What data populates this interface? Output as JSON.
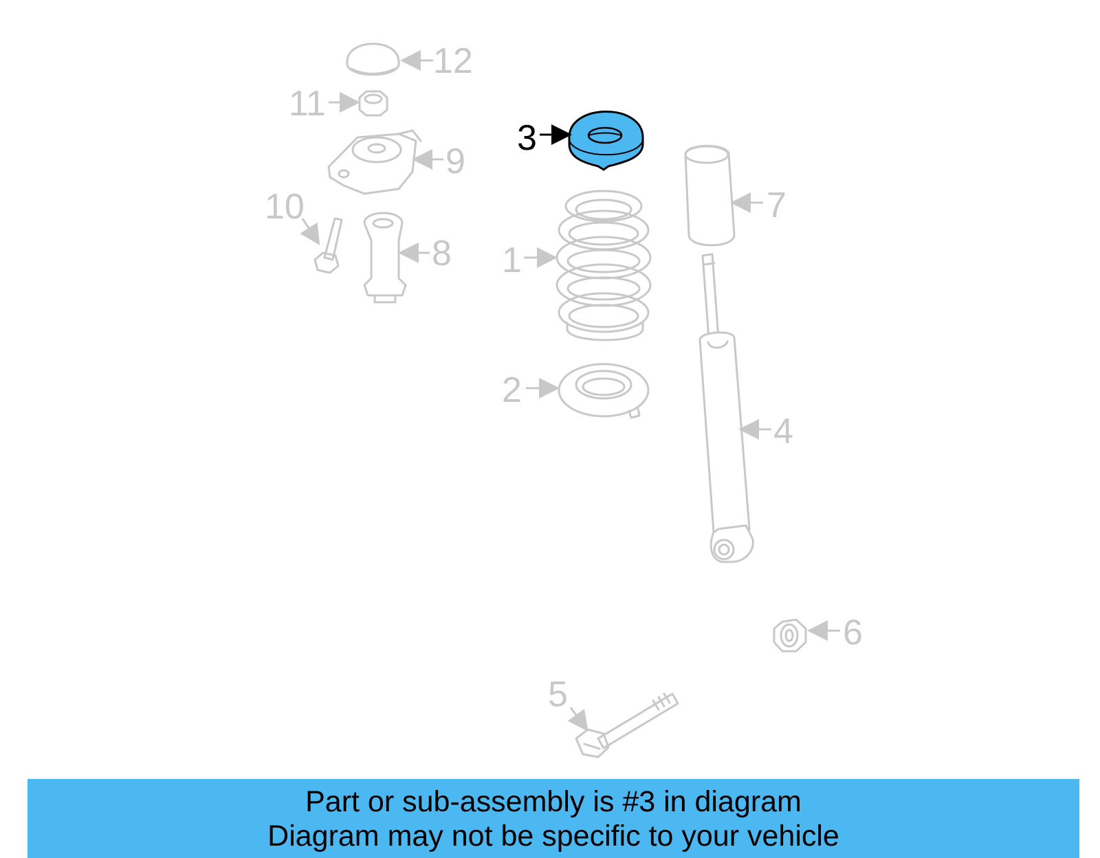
{
  "diagram": {
    "highlighted_part": "3",
    "highlight_color": "#4cb8f2",
    "callouts": [
      "1",
      "2",
      "3",
      "4",
      "5",
      "6",
      "7",
      "8",
      "9",
      "10",
      "11",
      "12"
    ]
  },
  "banner": {
    "line1": "Part or sub-assembly is #3 in diagram",
    "line2": "Diagram may not be specific to your vehicle",
    "background_color": "#4cb8f2"
  }
}
